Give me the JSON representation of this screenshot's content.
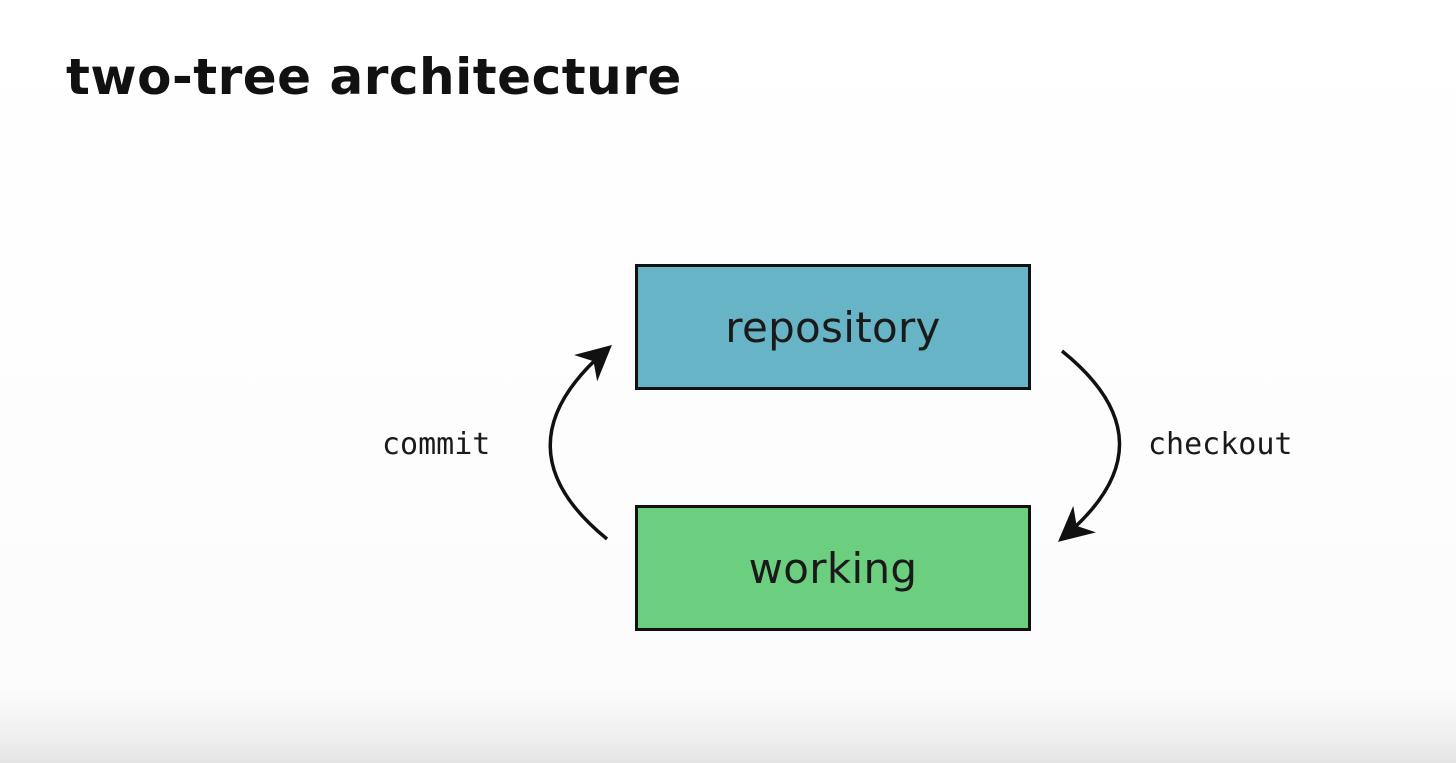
{
  "title": "two-tree architecture",
  "boxes": {
    "repository": {
      "label": "repository",
      "color": "#66b4c5"
    },
    "working": {
      "label": "working",
      "color": "#6bcf7f"
    }
  },
  "arrows": {
    "commit": {
      "label": "commit",
      "from": "working",
      "to": "repository"
    },
    "checkout": {
      "label": "checkout",
      "from": "repository",
      "to": "working"
    }
  }
}
